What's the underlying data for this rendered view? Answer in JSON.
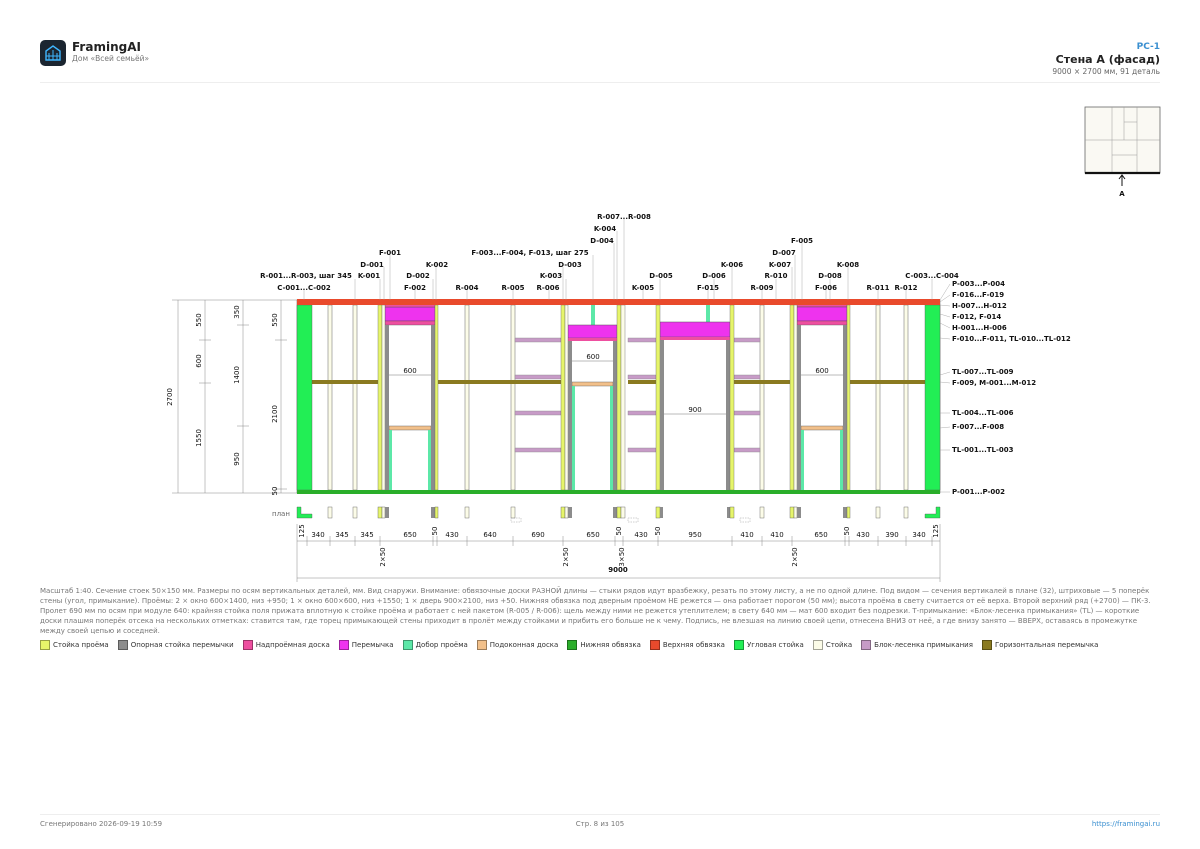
{
  "header": {
    "brand": "FramingAI",
    "project": "Дом «Всей семьёй»",
    "sheet_code": "PC-1",
    "sheet_title": "Стена А (фасад)",
    "sheet_subtitle": "9000 × 2700 мм, 91 деталь"
  },
  "key_plan": {
    "marker": "A"
  },
  "colors": {
    "opening_stud": "#e6f56a",
    "jack_stud": "#8c8c8c",
    "header_board": "#ee4fa0",
    "lintel": "#ee33ee",
    "cripple": "#5ce8a8",
    "sill": "#f2c08a",
    "bottom_plate": "#2aae2a",
    "top_plate": "#e94a2c",
    "corner_stud": "#22ee55",
    "stud": "#fcfce8",
    "ladder_block": "#c79bc7",
    "horizontal_bar": "#8a7a20"
  },
  "top_labels": [
    {
      "text": "R-007...R-008"
    },
    {
      "text": "K-004"
    },
    {
      "text": "D-004"
    },
    {
      "text": "F-003...F-004, F-013, шаг 275"
    },
    {
      "text": "D-003"
    },
    {
      "text": "K-003"
    },
    {
      "text": "R-006"
    },
    {
      "text": "F-001"
    },
    {
      "text": "D-001"
    },
    {
      "text": "K-002"
    },
    {
      "text": "D-002"
    },
    {
      "text": "F-002"
    },
    {
      "text": "R-001...R-003, шаг 345"
    },
    {
      "text": "K-001"
    },
    {
      "text": "C-001...C-002"
    },
    {
      "text": "R-004"
    },
    {
      "text": "R-005"
    },
    {
      "text": "D-005"
    },
    {
      "text": "K-005"
    },
    {
      "text": "F-005"
    },
    {
      "text": "D-007"
    },
    {
      "text": "K-006"
    },
    {
      "text": "K-007"
    },
    {
      "text": "K-008"
    },
    {
      "text": "D-006"
    },
    {
      "text": "R-010"
    },
    {
      "text": "D-008"
    },
    {
      "text": "F-015"
    },
    {
      "text": "R-009"
    },
    {
      "text": "F-006"
    },
    {
      "text": "R-011"
    },
    {
      "text": "R-012"
    },
    {
      "text": "C-003...C-004"
    }
  ],
  "right_labels": [
    "P-003...P-004",
    "F-016...F-019",
    "H-007...H-012",
    "F-012, F-014",
    "H-001...H-006",
    "F-010...F-011, TL-010...TL-012",
    "TL-007...TL-009",
    "F-009, M-001...M-012",
    "TL-004...TL-006",
    "F-007...F-008",
    "TL-001...TL-003",
    "P-001...P-002"
  ],
  "left_dims": {
    "total": "2700",
    "col1": [
      "550",
      "600",
      "1550"
    ],
    "col2": [
      "350",
      "1400",
      "950"
    ],
    "col3": [
      "550",
      "2100",
      "50"
    ]
  },
  "opening_dims": [
    "600",
    "600",
    "900",
    "600"
  ],
  "plan_label": "план",
  "bottom_dims": [
    "125",
    "340",
    "345",
    "345",
    "650",
    "50",
    "430",
    "640",
    "690",
    "650",
    "50",
    "430",
    "950",
    "50",
    "410",
    "410",
    "650",
    "50",
    "430",
    "390",
    "340",
    "125"
  ],
  "bottom_dims_rot": [
    "2×50",
    "2×50",
    "3×50",
    "2×50"
  ],
  "total_width": "9000",
  "note": "Масштаб 1:40. Сечение стоек 50×150 мм. Размеры по осям вертикальных деталей, мм. Вид снаружи. Внимание: обвязочные доски РАЗНОЙ длины — стыки рядов идут вразбежку, резать по этому листу, а не по одной длине. Под видом — сечения вертикалей в плане (32), штриховые — 5 поперёк стены (угол, примыкание). Проёмы: 2 × окно 600×1400, низ +950; 1 × окно 600×600, низ +1550; 1 × дверь 900×2100, низ +50. Нижняя обвязка под дверным проёмом НЕ режется — она работает порогом (50 мм); высота проёма в свету считается от её верха. Второй верхний ряд (+2700) — ПК-3. Пролет 690 мм по осям при модуле 640: крайняя стойка поля прижата вплотную к стойке проёма и работает с ней пакетом (R-005 / R-006): щель между ними не режется утеплителем; в свету 640 мм — мат 600 входит без подрезки. Т-примыкание: «Блок-лесенка примыкания» (TL) — короткие доски плашмя поперёк отсека на нескольких отметках: ставится там, где торец примыкающей стены приходит в пролёт между стойками и прибить его больше не к чему. Подпись, не влезшая на линию своей цепи, отнесена ВНИЗ от неё, а где внизу занято — ВВЕРХ, оставаясь в промежутке между своей цепью и соседней.",
  "legend": [
    {
      "label": "Стойка проёма",
      "color": "#e6f56a"
    },
    {
      "label": "Опорная стойка перемычки",
      "color": "#8c8c8c"
    },
    {
      "label": "Надпроёмная доска",
      "color": "#ee4fa0"
    },
    {
      "label": "Перемычка",
      "color": "#ee33ee"
    },
    {
      "label": "Добор проёма",
      "color": "#5ce8a8"
    },
    {
      "label": "Подоконная доска",
      "color": "#f2c08a"
    },
    {
      "label": "Нижняя обвязка",
      "color": "#2aae2a"
    },
    {
      "label": "Верхняя обвязка",
      "color": "#e94a2c"
    },
    {
      "label": "Угловая стойка",
      "color": "#22ee55"
    },
    {
      "label": "Стойка",
      "color": "#fcfce8"
    },
    {
      "label": "Блок-лесенка примыкания",
      "color": "#c79bc7"
    },
    {
      "label": "Горизонтальная перемычка",
      "color": "#8a7a20"
    }
  ],
  "footer": {
    "generated": "Сгенерировано 2026-09-19 10:59",
    "page": "Стр. 8 из 105",
    "url": "https://framingai.ru"
  }
}
